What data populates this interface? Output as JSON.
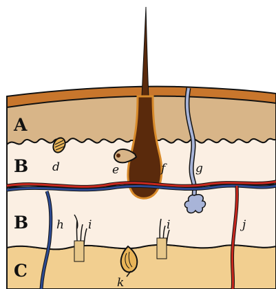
{
  "layers": [
    {
      "id": "A",
      "label": "A"
    },
    {
      "id": "B1",
      "label": "B"
    },
    {
      "id": "B2",
      "label": "B"
    },
    {
      "id": "C",
      "label": "C"
    }
  ],
  "structures": [
    {
      "id": "d",
      "label": "d"
    },
    {
      "id": "e",
      "label": "e"
    },
    {
      "id": "f",
      "label": "f"
    },
    {
      "id": "g",
      "label": "g"
    },
    {
      "id": "h",
      "label": "h"
    },
    {
      "id": "i1",
      "label": "i"
    },
    {
      "id": "i2",
      "label": "i"
    },
    {
      "id": "j",
      "label": "j"
    },
    {
      "id": "k",
      "label": "k"
    }
  ],
  "colors": {
    "surface": "#c8762c",
    "epidermis": "#d8b588",
    "dermis": "#fbefe3",
    "hypodermis": "#f2cf90",
    "hair": "#5a2a0c",
    "vein": "#2c4a92",
    "artery": "#c8281e",
    "sweat_duct": "#a8b4d8"
  }
}
